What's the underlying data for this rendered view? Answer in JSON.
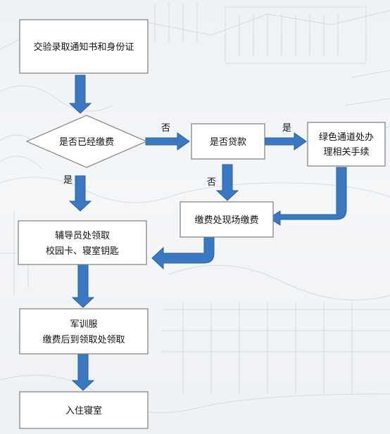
{
  "nodes": {
    "notice": {
      "lines": [
        "交验录取通知书和身份证"
      ]
    },
    "paid_check": {
      "lines": [
        "是否已经缴费"
      ]
    },
    "loan_check": {
      "lines": [
        "是否贷款"
      ]
    },
    "green_channel": {
      "lines": [
        "绿色通道处办",
        "理相关手续"
      ]
    },
    "pay_site": {
      "lines": [
        "缴费处现场缴费"
      ]
    },
    "counselor": {
      "lines": [
        "辅导员处领取",
        "校园卡、寝室钥匙"
      ]
    },
    "uniform": {
      "lines": [
        "军训服",
        "缴费后到领取处领取"
      ]
    },
    "dorm": {
      "lines": [
        "入住寝室"
      ]
    }
  },
  "edges": {
    "paid_no": "否",
    "paid_yes": "是",
    "loan_yes": "是",
    "loan_no": "否"
  },
  "colors": {
    "arrow_fill": "#3a78c2",
    "arrow_stroke": "#2a5f9e",
    "box_border": "#7d7d7d",
    "box_fill": "#ffffff"
  }
}
